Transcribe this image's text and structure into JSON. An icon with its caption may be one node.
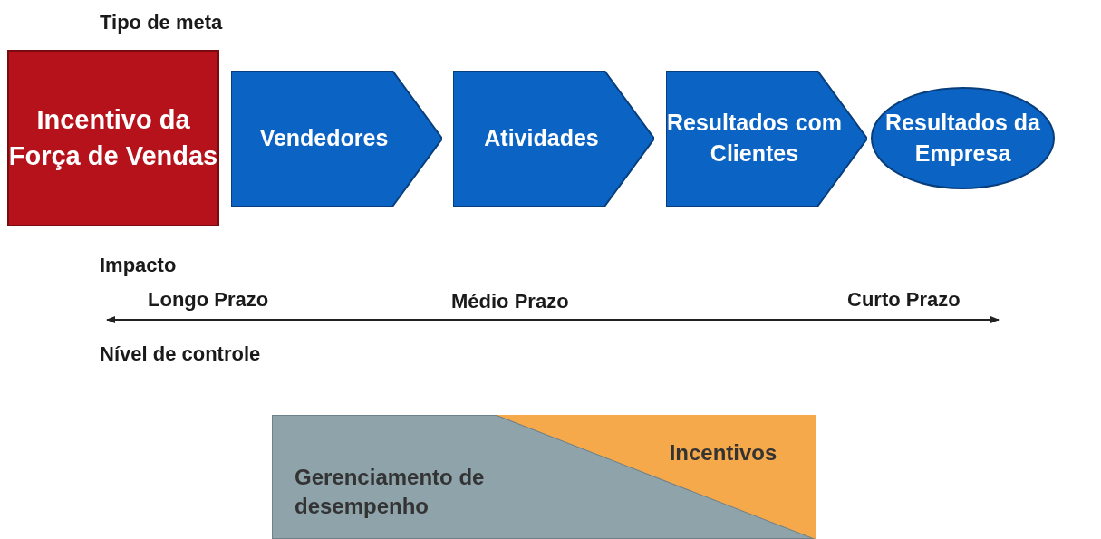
{
  "diagram": {
    "nodes": [
      {
        "text": [
          "Incentivo da Força de Vendas"
        ]
      },
      {
        "text": [
          "Vendedores"
        ]
      },
      {
        "text": [
          "Atividades"
        ]
      },
      {
        "text": [
          "Resultados com Clientes"
        ]
      },
      {
        "text": [
          "Resultados da Empresa"
        ]
      },
      {
        "text": [
          "Gerenciamento de desempenho"
        ]
      },
      {
        "text": [
          "Incentivos"
        ]
      }
    ],
    "labels": [
      "Tipo de meta",
      "Impacto",
      "Longo Prazo",
      "Médio Prazo",
      "Curto Prazo",
      "Nível de controle"
    ]
  }
}
